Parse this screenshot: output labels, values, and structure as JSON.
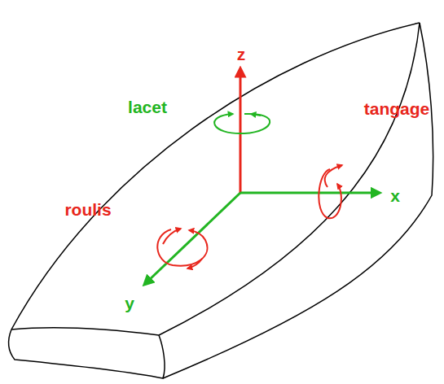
{
  "diagram": {
    "labels": [
      "z",
      "lacet",
      "tangage",
      "x",
      "roulis",
      "y"
    ]
  }
}
